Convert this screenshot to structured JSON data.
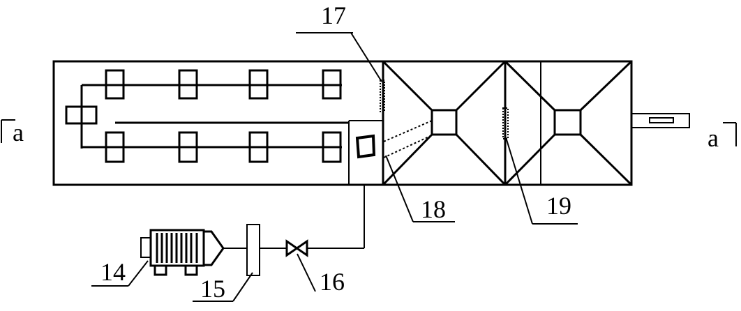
{
  "labels": {
    "n14": "14",
    "n15": "15",
    "n16": "16",
    "n17": "17",
    "n18": "18",
    "n19": "19",
    "section_left": "a",
    "section_right": "a"
  },
  "colors": {
    "line": "#000000",
    "background": "#ffffff"
  }
}
